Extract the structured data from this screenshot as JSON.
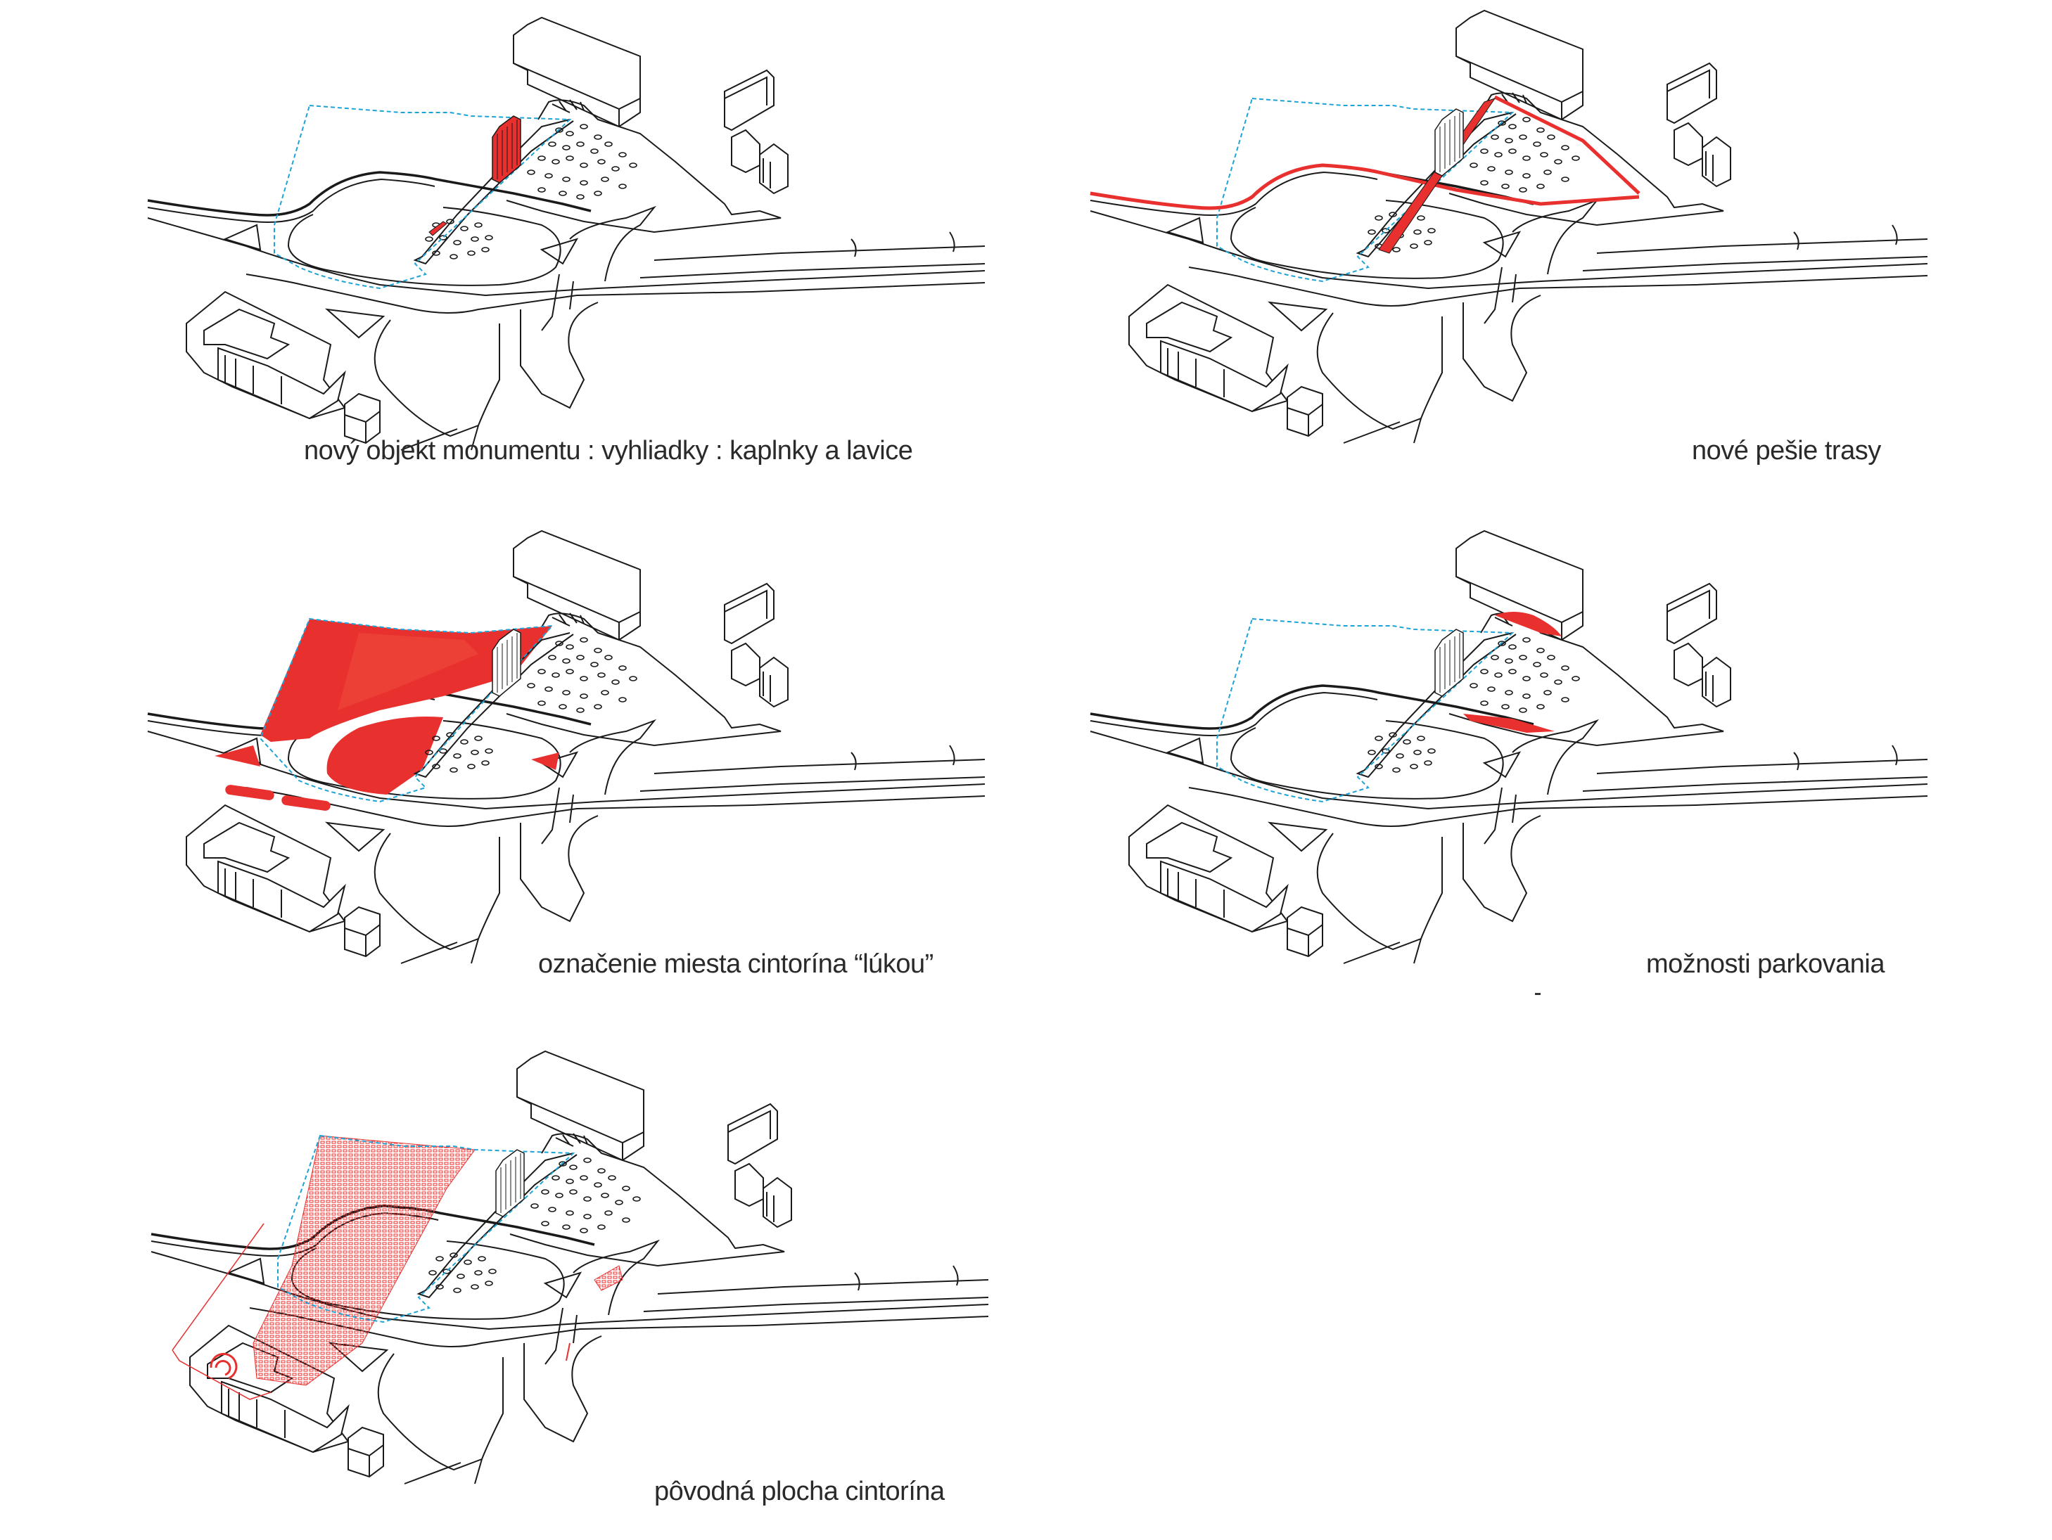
{
  "colors": {
    "highlight_red": "#e8302f",
    "meadow_red_light": "#ee4a3a",
    "boundary_blue": "#1fa3d6",
    "line_black": "#1a1a1a",
    "caption_gray": "#2a2a2a",
    "background": "#ffffff"
  },
  "panels": [
    {
      "id": "monument",
      "caption": "nový objekt monumentu : vyhliadky : kaplnky a lavice",
      "highlight": "monument-object"
    },
    {
      "id": "pedestrian",
      "caption": "nové pešie trasy",
      "highlight": "pedestrian-routes"
    },
    {
      "id": "meadow",
      "caption": "označenie miesta  cintorína “lúkou”",
      "highlight": "meadow-areas"
    },
    {
      "id": "parking",
      "caption": "možnosti parkovania",
      "highlight": "parking-areas"
    },
    {
      "id": "original",
      "caption": "pôvodná plocha cintorína",
      "highlight": "original-cemetery-area"
    }
  ]
}
